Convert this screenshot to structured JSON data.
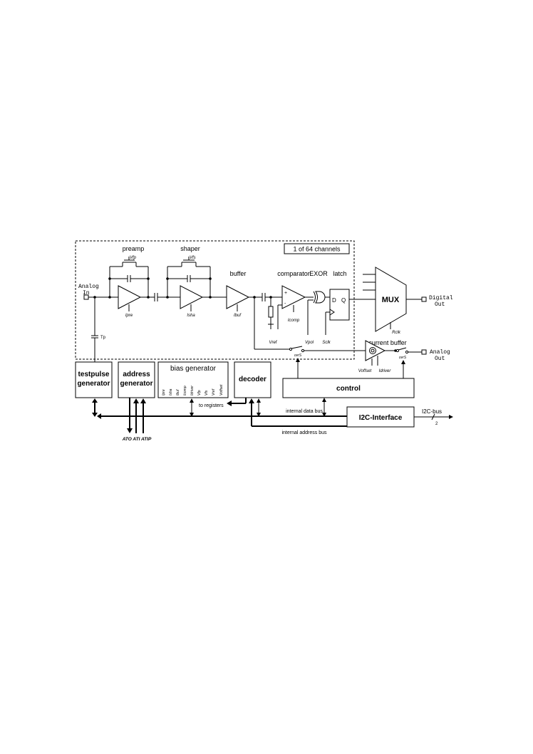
{
  "channel_box_label": "1 of 64  channels",
  "stages": {
    "preamp": "preamp",
    "shaper": "shaper",
    "buffer": "buffer",
    "comparator": "comparator",
    "exor": "EXOR",
    "latch": "latch",
    "mux": "MUX",
    "current_buffer": "current buffer"
  },
  "bias_labels": {
    "vfp": "Vfp",
    "vfs": "Vfs",
    "ipre": "Ipre",
    "isha": "Isha",
    "ibuf": "Ibuf",
    "icomp": "Icomp",
    "vref": "Vref",
    "vpol": "Vpol",
    "sclk": "Sclk",
    "rclk": "Rclk",
    "voffset": "Voffset",
    "idriver": "Idriver"
  },
  "latch_pins": {
    "d": "D",
    "q": "Q"
  },
  "switch_labels": [
    "ovrS",
    "ovrS"
  ],
  "io_labels": {
    "analog_in": [
      "Analog",
      "In"
    ],
    "digital_out": [
      "Digital",
      "Out"
    ],
    "analog_out": [
      "Analog",
      "Out"
    ],
    "tp": "Tp"
  },
  "blocks": {
    "testpulse": [
      "testpulse",
      "generator"
    ],
    "address": [
      "address",
      "generator"
    ],
    "bias_generator": "bias generator",
    "bias_outputs": [
      "Ipre",
      "Isha",
      "Ibuf",
      "Icomp",
      "Idriver",
      "Vfp",
      "Vfs",
      "Vref",
      "Voffset"
    ],
    "decoder": "decoder",
    "control": "control",
    "i2c": "I2C-Interface"
  },
  "bus_labels": {
    "to_registers": "to registers",
    "data_bus": "internal data bus",
    "address_bus": "internal address bus",
    "i2c_bus": "I2C-bus",
    "i2c_width": "2",
    "address_signals": "ATO ATI ATIP"
  }
}
